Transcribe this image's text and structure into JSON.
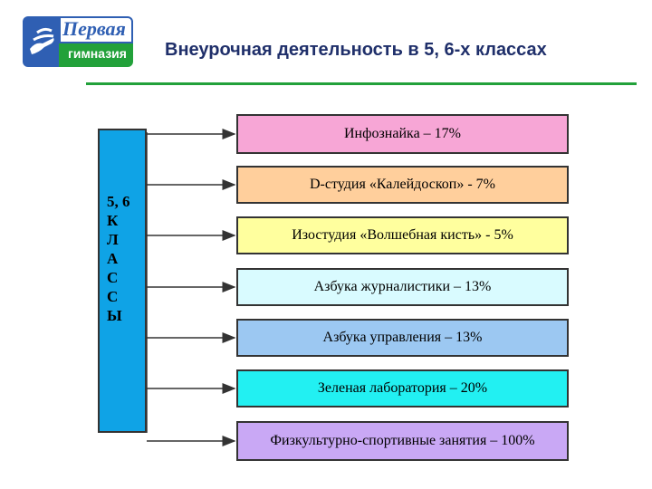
{
  "logo": {
    "word1": "Первая",
    "word2": "гимназия"
  },
  "title": "Внеурочная деятельность в 5, 6-х классах",
  "side_label": "5, 6\nК\nЛ\nА\nС\nС\nЫ",
  "activities": [
    {
      "label": "Инфознайка – 17%",
      "color": "#f7a6d6"
    },
    {
      "label": "D-студия «Калейдоскоп» - 7%",
      "color": "#ffcf9c"
    },
    {
      "label": "Изостудия «Волшебная кисть» - 5%",
      "color": "#ffff9e"
    },
    {
      "label": "Азбука журналистики – 13%",
      "color": "#d9fbff"
    },
    {
      "label": "Азбука управления – 13%",
      "color": "#9cc8f2"
    },
    {
      "label": "Зеленая лаборатория – 20%",
      "color": "#22f0f2"
    },
    {
      "label": "Физкультурно-спортивные занятия – 100%",
      "color": "#c9a8f5"
    }
  ],
  "colors": {
    "accent": "#22a13a",
    "title": "#1f2f6a",
    "side_box": "#0fa3e6"
  }
}
